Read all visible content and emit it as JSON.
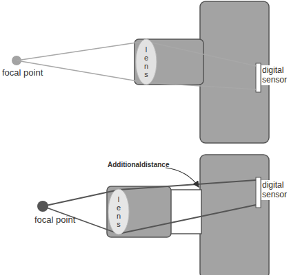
{
  "diagram": {
    "nodes": [
      {
        "text": [
          "lens"
        ]
      },
      {
        "text": [
          "lens"
        ]
      }
    ],
    "labels": [
      "focal point",
      "digital sensor",
      "Additionaldistance",
      "focal point",
      "digital sensor"
    ]
  }
}
